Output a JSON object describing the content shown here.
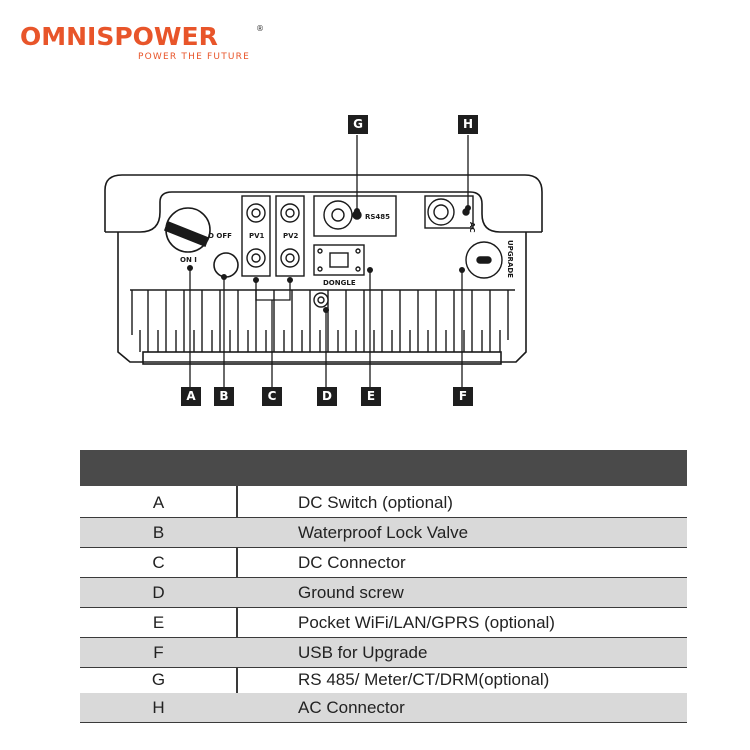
{
  "brand": {
    "logo_text": "OMNISPOWER",
    "registered": "®",
    "tagline": "POWER THE FUTURE"
  },
  "device": {
    "switch_on": "ON I",
    "switch_off": "O OFF",
    "pv1": "PV1",
    "pv2": "PV2",
    "rs485": "RS485",
    "dongle": "DONGLE",
    "ac": "AC",
    "upgrade": "UPGRADE"
  },
  "callouts": [
    "A",
    "B",
    "C",
    "D",
    "E",
    "F",
    "G",
    "H"
  ],
  "table": {
    "header": "",
    "rows": [
      {
        "id": "A",
        "desc": "DC Switch  (optional)"
      },
      {
        "id": "B",
        "desc": "Waterproof Lock Valve"
      },
      {
        "id": "C",
        "desc": "DC Connector"
      },
      {
        "id": "D",
        "desc": "Ground screw"
      },
      {
        "id": "E",
        "desc": "Pocket WiFi/LAN/GPRS (optional)"
      },
      {
        "id": "F",
        "desc": "USB for Upgrade"
      },
      {
        "id": "G",
        "desc": "RS 485/ Meter/CT/DRM(optional)"
      },
      {
        "id": "H",
        "desc": "AC Connector"
      }
    ]
  }
}
